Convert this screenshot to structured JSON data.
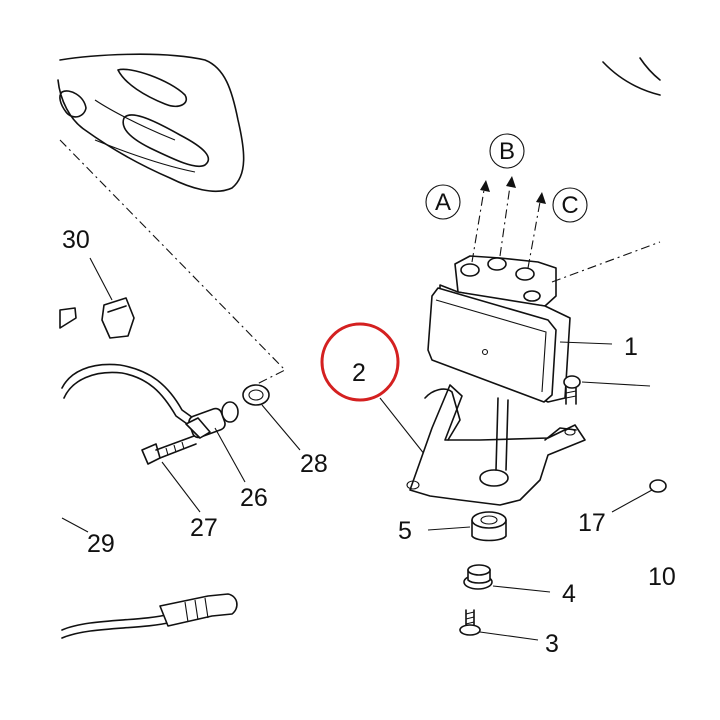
{
  "diagram": {
    "callouts": {
      "p1": "1",
      "p2": "2",
      "p3": "3",
      "p4": "4",
      "p5": "5",
      "p10": "10",
      "p17": "17",
      "p26": "26",
      "p27": "27",
      "p28": "28",
      "p29": "29",
      "p30": "30"
    },
    "port_labels": {
      "a": "A",
      "b": "B",
      "c": "C"
    },
    "highlight_color": "#d42020"
  }
}
